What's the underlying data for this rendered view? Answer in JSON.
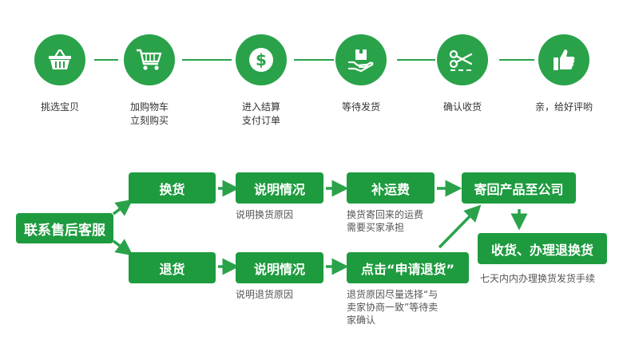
{
  "colors": {
    "green": "#2aa24a",
    "box_green": "#1e9b3f",
    "note_gray": "#555555"
  },
  "steps": [
    {
      "icon": "shopping-basket-icon",
      "label": "挑选宝贝"
    },
    {
      "icon": "shopping-cart-icon",
      "label": "加购物车\n立刻购买"
    },
    {
      "icon": "dollar-icon",
      "label": "进入结算\n支付订单"
    },
    {
      "icon": "hand-box-icon",
      "label": "等待发货"
    },
    {
      "icon": "scissors-icon",
      "label": "确认收货"
    },
    {
      "icon": "thumbs-up-icon",
      "label": "亲，给好评哟"
    }
  ],
  "flow": {
    "contact": "联系售后客服",
    "exchange": "换货",
    "return": "退货",
    "explain_exchange": "说明情况",
    "explain_return": "说明情况",
    "shipping_fee": "补运费",
    "apply_return": "点击“申请退货”",
    "send_back": "寄回产品至公司",
    "receive": "收货、办理退换货",
    "note_exchange_reason": "说明换货原因",
    "note_return_reason": "说明退货原因",
    "note_fee": "换货寄回来的运费\n需要买家承担",
    "note_apply": "退货原因尽量选择“与\n卖家协商一致”等待卖\n家确认",
    "note_receive": "七天内内办理换货发货手续"
  }
}
